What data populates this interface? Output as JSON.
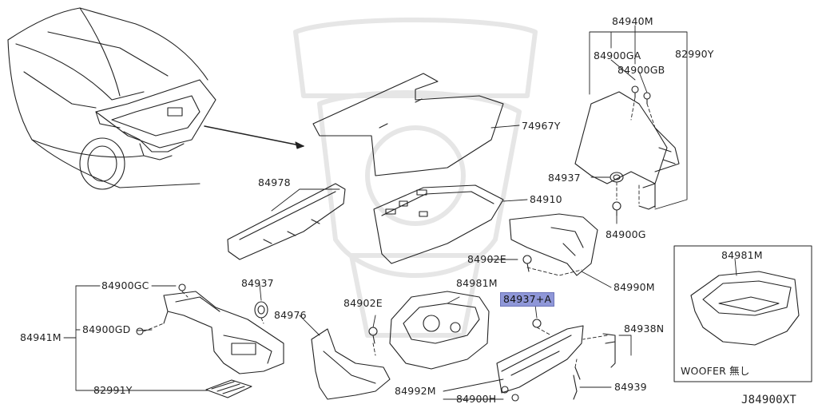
{
  "labels": {
    "l84940M": "84940M",
    "l84900GA": "84900GA",
    "l84900GB": "84900GB",
    "l82990Y": "82990Y",
    "l74967Y": "74967Y",
    "l84937_top": "84937",
    "l84900G": "84900G",
    "l84978": "84978",
    "l84910": "84910",
    "l84902E_mid": "84902E",
    "l84990M": "84990M",
    "l84900GC": "84900GC",
    "l84937_left": "84937",
    "l84941M": "84941M",
    "l84900GD": "84900GD",
    "l84976": "84976",
    "l84902E_low": "84902E",
    "l84981M_mid": "84981M",
    "l84937_sel": "84937+A",
    "l84938N": "84938N",
    "l84939": "84939",
    "l84992M": "84992M",
    "l84900H": "84900H",
    "l82991Y": "82991Y",
    "l84981M_box": "84981M",
    "woofer_note": "WOOFER 無し",
    "diagram_code": "J84900XT"
  },
  "colors": {
    "line": "#222222",
    "highlight": "#8f97d8",
    "watermark": "#e6e6e6"
  }
}
